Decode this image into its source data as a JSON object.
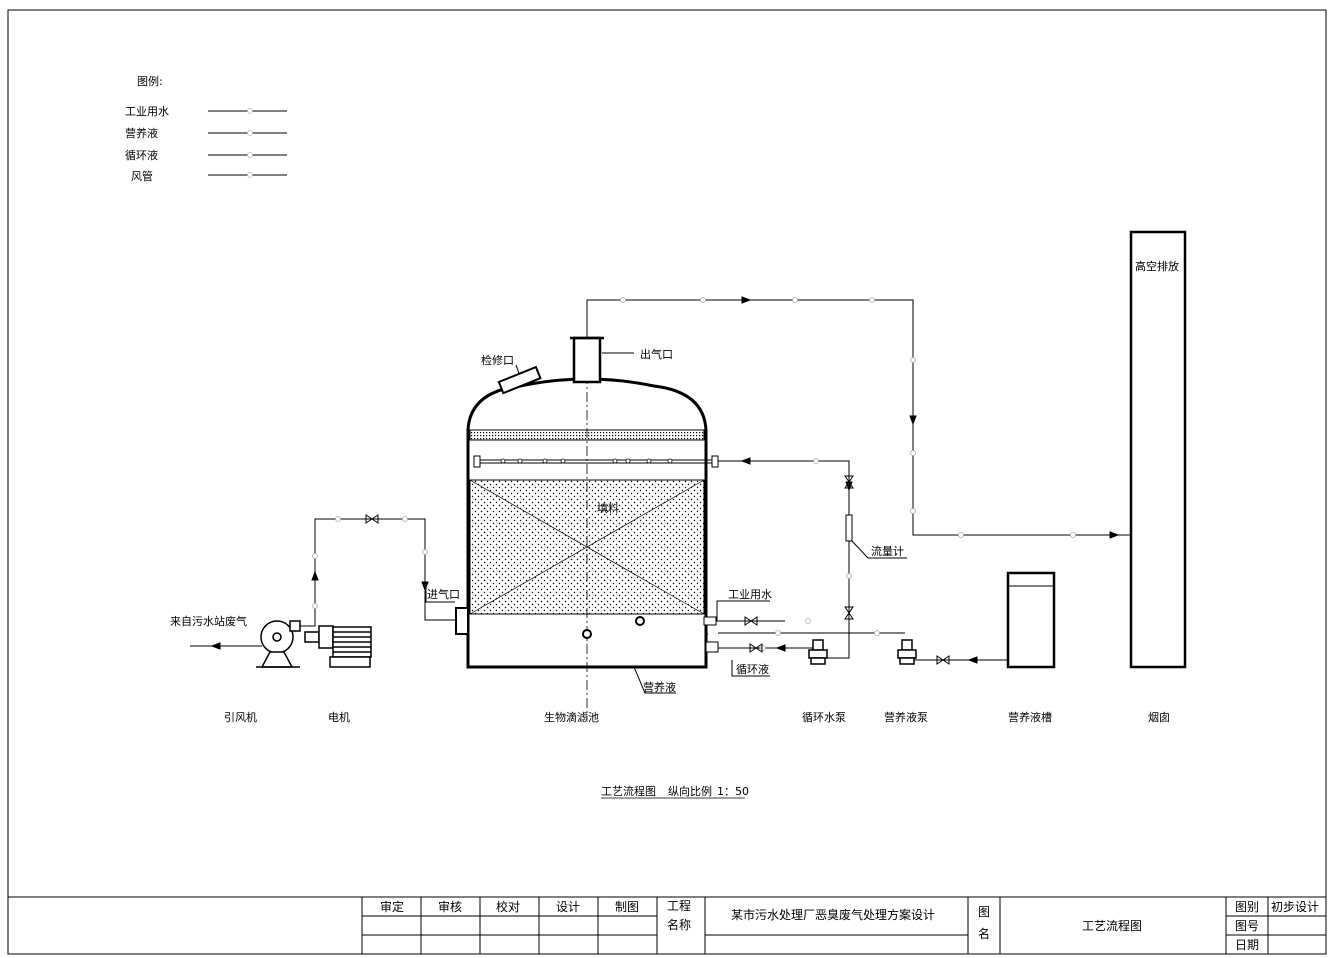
{
  "legend": {
    "title": "图例:",
    "items": [
      "工业用水",
      "营养液",
      "循环液",
      "风管"
    ]
  },
  "labels": {
    "inspection_port": "检修口",
    "gas_outlet": "出气口",
    "high_altitude_discharge": "高空排放",
    "packing": "填料",
    "flow_meter": "流量计",
    "industrial_water": "工业用水",
    "gas_inlet": "进气口",
    "waste_gas_source": "来自污水站废气",
    "circulating_liquid": "循环液",
    "nutrient_liquid": "营养液"
  },
  "equipment": {
    "fan": "引风机",
    "motor": "电机",
    "biotrickling_filter": "生物滴滤池",
    "circ_pump": "循环水泵",
    "nutrient_pump": "营养液泵",
    "nutrient_tank": "营养液槽",
    "chimney": "烟囱"
  },
  "caption": {
    "title": "工艺流程图",
    "scale_label": "纵向比例",
    "scale_value": "1：50"
  },
  "title_block": {
    "approve": "审定",
    "review": "审核",
    "check": "校对",
    "design": "设计",
    "draw": "制图",
    "project_label_1": "工程",
    "project_label_2": "名称",
    "project_name": "某市污水处理厂恶臭废气处理方案设计",
    "drawing_label_1": "图",
    "drawing_label_2": "名",
    "drawing_name": "工艺流程图",
    "category_label": "图别",
    "category_value": "初步设计",
    "number_label": "图号",
    "date_label": "日期"
  }
}
